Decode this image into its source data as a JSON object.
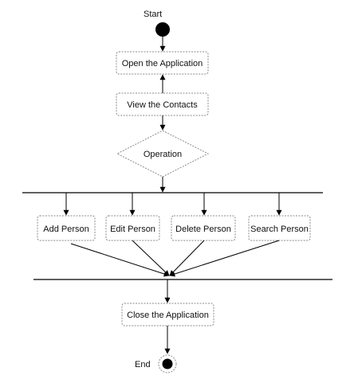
{
  "diagram": {
    "start_label": "Start",
    "end_label": "End",
    "nodes": {
      "open_app": "Open the Application",
      "view_contacts": "View the Contacts",
      "operation": "Operation",
      "add_person": "Add Person",
      "edit_person": "Edit Person",
      "delete_person": "Delete Person",
      "search_person": "Search Person",
      "close_app": "Close the Application"
    }
  }
}
